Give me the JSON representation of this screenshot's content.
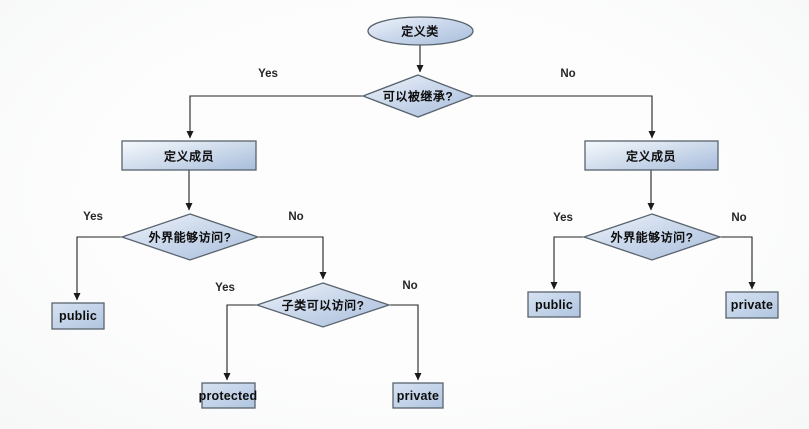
{
  "diagram": {
    "type": "flowchart",
    "nodes": {
      "start": {
        "label": "定义类",
        "shape": "ellipse"
      },
      "inherit_q": {
        "label": "可以被继承?",
        "shape": "diamond"
      },
      "define_members_left": {
        "label": "定义成员",
        "shape": "rect"
      },
      "define_members_right": {
        "label": "定义成员",
        "shape": "rect"
      },
      "outside_access_left": {
        "label": "外界能够访问?",
        "shape": "diamond"
      },
      "subclass_access": {
        "label": "子类可以访问?",
        "shape": "diamond"
      },
      "outside_access_right": {
        "label": "外界能够访问?",
        "shape": "diamond"
      },
      "public_left": {
        "label": "public",
        "shape": "rect"
      },
      "protected_box": {
        "label": "protected",
        "shape": "rect"
      },
      "private_mid": {
        "label": "private",
        "shape": "rect"
      },
      "public_right": {
        "label": "public",
        "shape": "rect"
      },
      "private_right": {
        "label": "private",
        "shape": "rect"
      }
    },
    "edges": {
      "inherit_yes": "Yes",
      "inherit_no": "No",
      "outside_left_yes": "Yes",
      "outside_left_no": "No",
      "subclass_yes": "Yes",
      "subclass_no": "No",
      "outside_right_yes": "Yes",
      "outside_right_no": "No"
    },
    "colors": {
      "background": "#fafafa",
      "shape_fill_light": "#eff4fb",
      "shape_fill_dark": "#a8bedb",
      "rect_fill_light": "#f7fafd",
      "rect_fill_dark": "#abc0dd",
      "small_fill_light": "#d7e2f2",
      "small_fill_dark": "#b0c5e0",
      "shape_border": "#59636d",
      "connector": "#222222",
      "text": "#0d0d0d"
    }
  }
}
